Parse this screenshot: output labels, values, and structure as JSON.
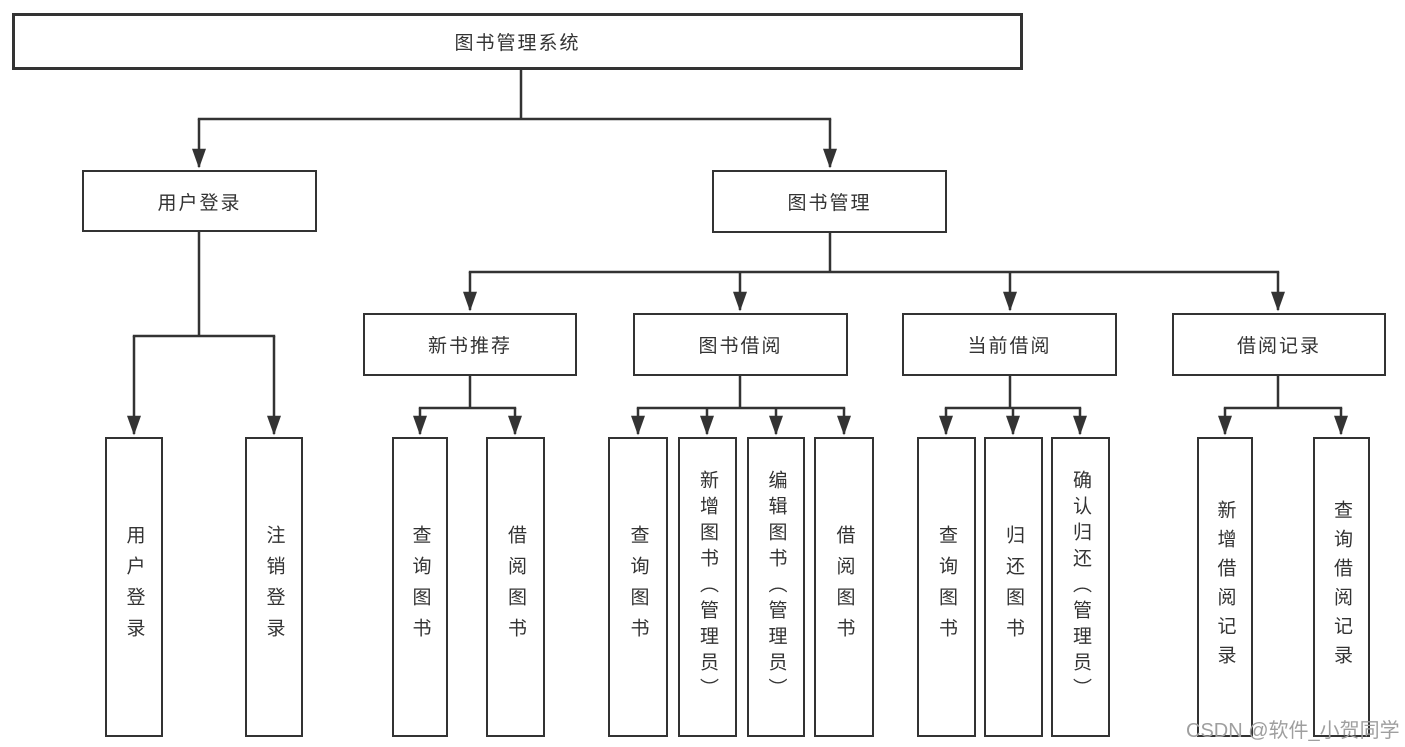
{
  "diagram": {
    "root": {
      "label": "图书管理系统"
    },
    "level2": [
      {
        "label": "用户登录"
      },
      {
        "label": "图书管理"
      }
    ],
    "level3": [
      {
        "label": "新书推荐"
      },
      {
        "label": "图书借阅"
      },
      {
        "label": "当前借阅"
      },
      {
        "label": "借阅记录"
      }
    ],
    "leaves": {
      "user_login": [
        {
          "label": "用户登录"
        },
        {
          "label": "注销登录"
        }
      ],
      "new_book": [
        {
          "label": "查询图书"
        },
        {
          "label": "借阅图书"
        }
      ],
      "book_borrow": [
        {
          "label": "查询图书"
        },
        {
          "label": "新增图书（管理员）"
        },
        {
          "label": "编辑图书（管理员）"
        },
        {
          "label": "借阅图书"
        }
      ],
      "current_borrow": [
        {
          "label": "查询图书"
        },
        {
          "label": "归还图书"
        },
        {
          "label": "确认归还（管理员）"
        }
      ],
      "borrow_record": [
        {
          "label": "新增借阅记录"
        },
        {
          "label": "查询借阅记录"
        }
      ]
    },
    "watermark": "CSDN @软件_小贺同学",
    "colors": {
      "line": "#333333",
      "text": "#333333",
      "watermark": "#9f9f9f",
      "background": "#ffffff"
    }
  }
}
